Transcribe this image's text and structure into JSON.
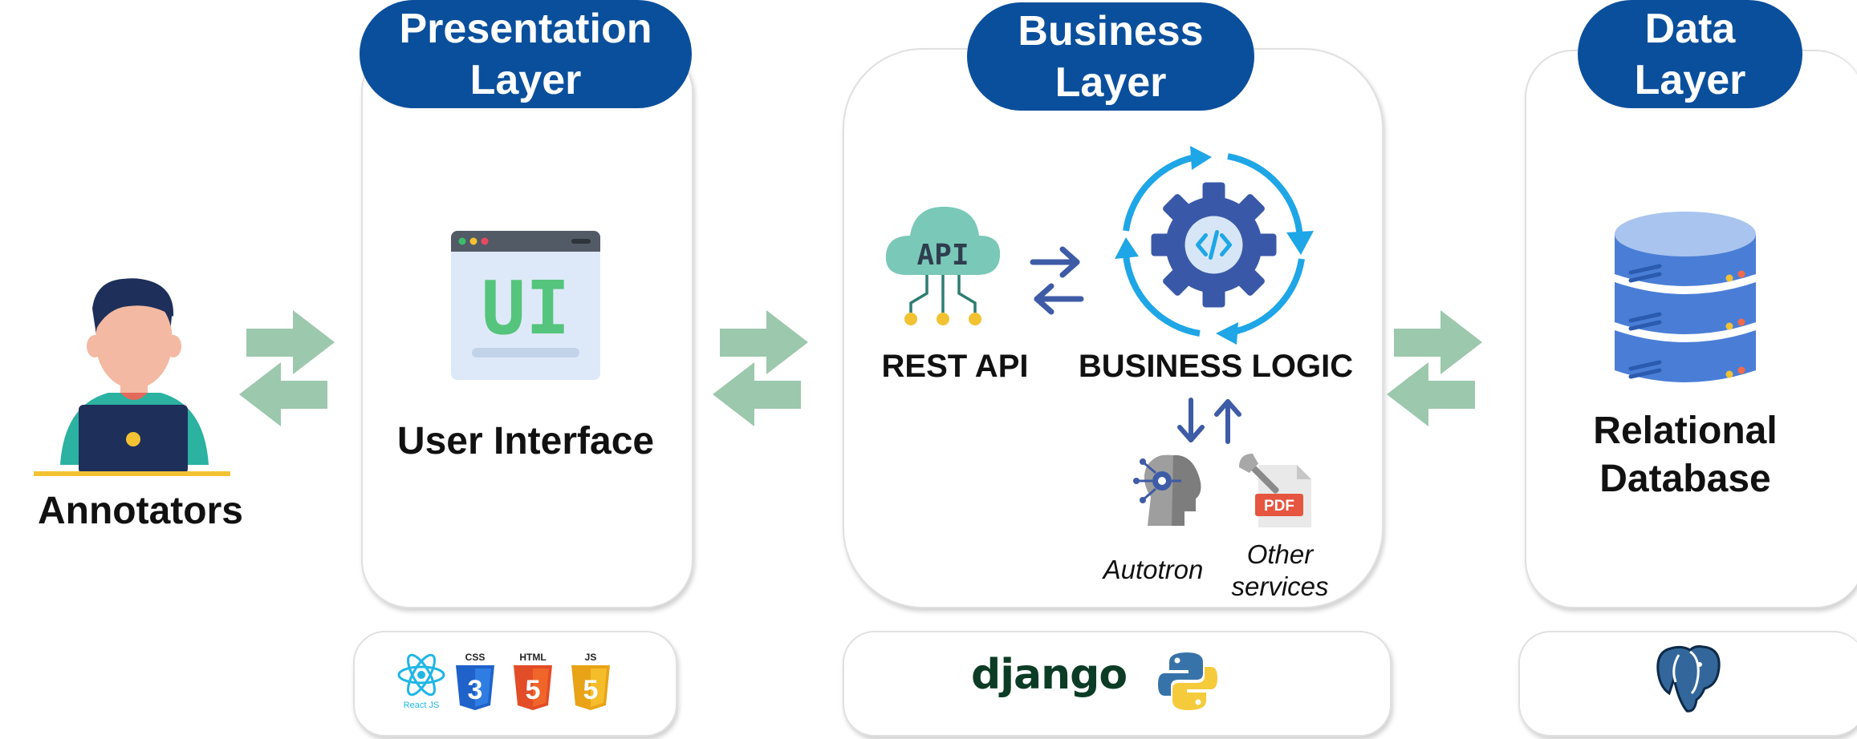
{
  "actor": {
    "label": "Annotators"
  },
  "presentation_layer": {
    "title_line1": "Presentation",
    "title_line2": "Layer",
    "ui_icon_text": "UI",
    "component": "User Interface",
    "tech_icons": [
      {
        "name": "react-icon",
        "caption": "React JS"
      },
      {
        "name": "css3-icon",
        "caption": "CSS"
      },
      {
        "name": "html5-icon",
        "caption": "HTML"
      },
      {
        "name": "js-icon",
        "caption": "JS"
      }
    ]
  },
  "business_layer": {
    "title_line1": "Business",
    "title_line2": "Layer",
    "api_icon_text": "API",
    "rest_api": "REST API",
    "business_logic": "BUSINESS LOGIC",
    "services": [
      {
        "line1": "Autotron",
        "line2": ""
      },
      {
        "line1": "Other",
        "line2": "services"
      }
    ],
    "pdf_badge": "PDF",
    "tech": {
      "django": "django",
      "python_icon": "python-icon"
    }
  },
  "data_layer": {
    "title_line1": "Data",
    "title_line2": "Layer",
    "component_line1": "Relational",
    "component_line2": "Database",
    "tech_icon": "postgresql-icon"
  },
  "colors": {
    "pill": "#0a4f9c",
    "arrow_green": "#9cc8ad",
    "arrow_blue": "#3e5ba6",
    "cycle": "#1ea6e6",
    "db_blue": "#4a7ed6"
  }
}
